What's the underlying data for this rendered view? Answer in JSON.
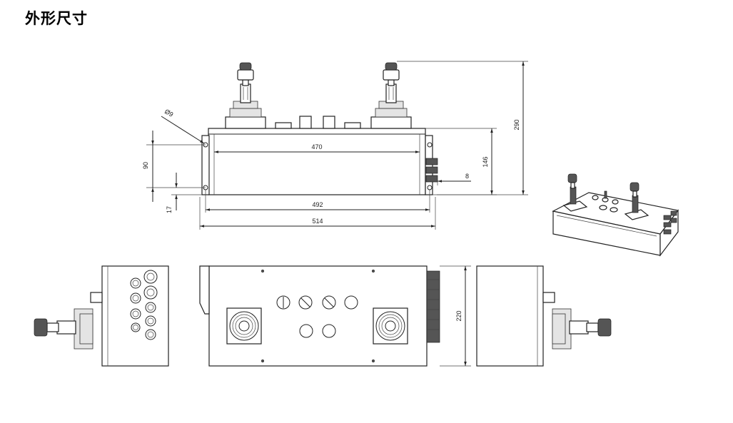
{
  "title": "外形尺寸",
  "dims": {
    "hole_dia": "Ø9",
    "w470": "470",
    "w492": "492",
    "w514": "514",
    "h90": "90",
    "h17": "17",
    "h146": "146",
    "h8": "8",
    "h290": "290",
    "d220": "220"
  }
}
